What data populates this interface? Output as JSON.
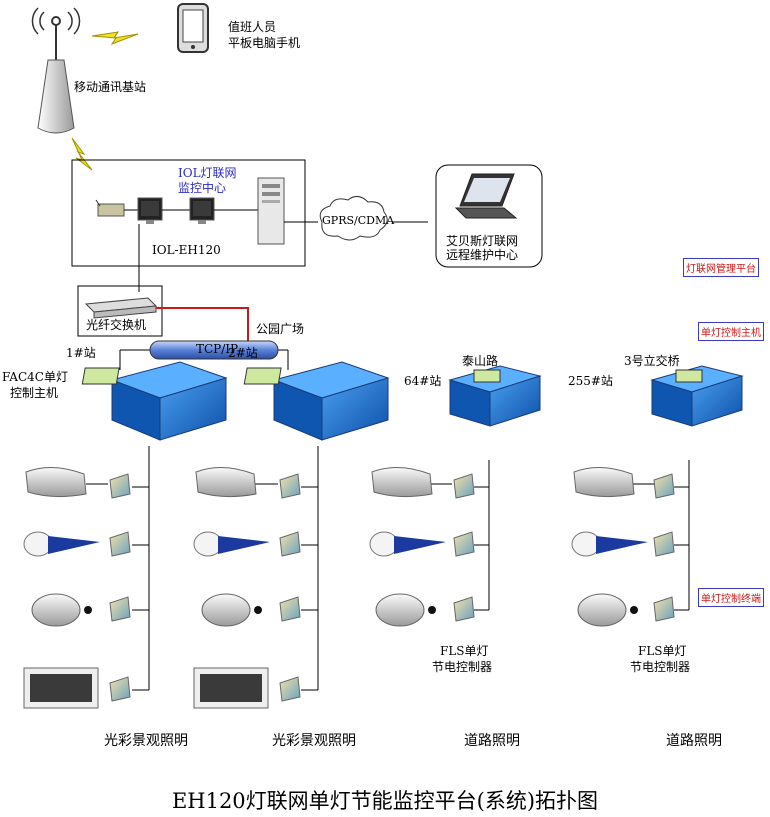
{
  "title": "EH120灯联网单灯节能监控平台(系统)拓扑图",
  "top": {
    "duty_label_1": "值班人员",
    "duty_label_2": "平板电脑手机",
    "base_station": "移动通讯基站"
  },
  "center": {
    "name_1": "IOL灯联网",
    "name_2": "监控中心",
    "device": "IOL-EH120",
    "network": "GPRS/CDMA",
    "remote_1": "艾贝斯灯联网",
    "remote_2": "远程维护中心",
    "switch": "光纤交换机",
    "bus": "TCP/IP",
    "park": "公园广场"
  },
  "tags": {
    "platform": "灯联网管理平台",
    "host": "单灯控制主机",
    "terminal": "单灯控制终端"
  },
  "stations": [
    {
      "id": "1#站",
      "road": "",
      "group": "光彩景观照明"
    },
    {
      "id": "2#站",
      "road": "",
      "group": "光彩景观照明"
    },
    {
      "id": "64#站",
      "road": "泰山路",
      "group": "道路照明"
    },
    {
      "id": "255#站",
      "road": "3号立交桥",
      "group": "道路照明"
    }
  ],
  "host_label_1": "FAC4C单灯",
  "host_label_2": "控制主机",
  "fls_label_1": "FLS单灯",
  "fls_label_2": "节电控制器",
  "colors": {
    "accent_blue": "#2b2bc8",
    "red_link": "#d01818",
    "controller_blue": "#1f6fd0"
  }
}
